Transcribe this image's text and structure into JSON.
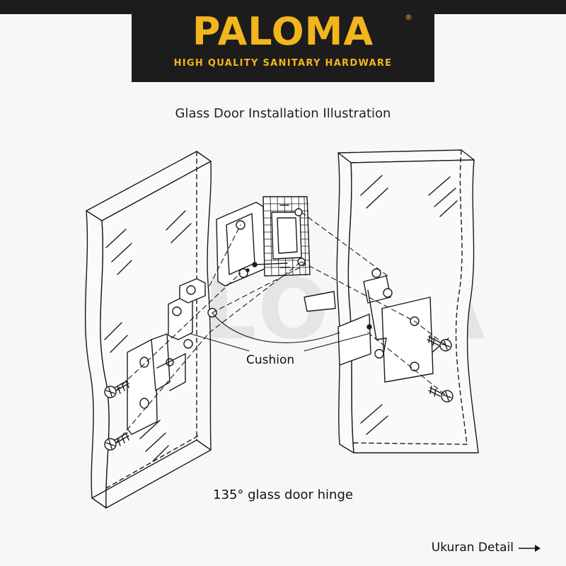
{
  "brand": {
    "name": "PALOMA",
    "registered_mark": "®",
    "tagline": "HIGH QUALITY SANITARY HARDWARE",
    "accent_color": "#f2b51d",
    "background_color": "#1c1c1c"
  },
  "title": "Glass Door Installation Illustration",
  "watermark_text": "PALOMA",
  "labels": {
    "cushion": "Cushion",
    "hinge": "135° glass door hinge"
  },
  "detail_link": {
    "label": "Ukuran Detail",
    "icon": "arrow-right-icon"
  }
}
